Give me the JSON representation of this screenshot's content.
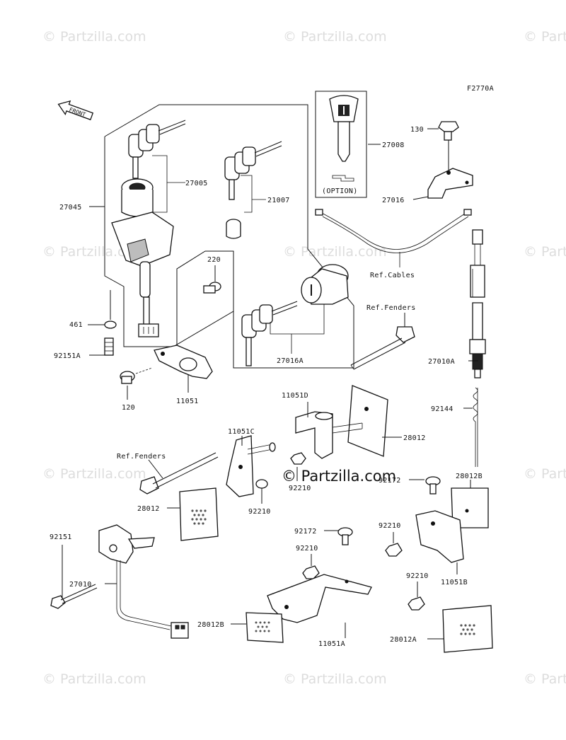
{
  "watermark": "© Partzilla.com",
  "figure_code": "F2770A",
  "front_label": "FRONT",
  "option_label": "(OPTION)",
  "refs": {
    "cables": "Ref.Cables",
    "fenders_right": "Ref.Fenders",
    "fenders_left": "Ref.Fenders"
  },
  "parts": {
    "p27005": "27005",
    "p21007": "21007",
    "p27045": "27045",
    "p27008": "27008",
    "p130": "130",
    "p27016": "27016",
    "p220": "220",
    "p461": "461",
    "p92151A": "92151A",
    "p120": "120",
    "p11051": "11051",
    "p27016A": "27016A",
    "p27010A": "27010A",
    "p92144": "92144",
    "p11051D": "11051D",
    "p28012_right": "28012",
    "p11051C": "11051C",
    "p92210_a": "92210",
    "p92210_b": "92210",
    "p28012_left": "28012",
    "p92172_a": "92172",
    "p28012B_right": "28012B",
    "p92210_c": "92210",
    "p92151": "92151",
    "p92172_b": "92172",
    "p92210_d": "92210",
    "p27010": "27010",
    "p11051B": "11051B",
    "p92210_e": "92210",
    "p28012B_left": "28012B",
    "p11051A": "11051A",
    "p28012A": "28012A"
  },
  "icons": [
    "front-arrow-icon",
    "kawasaki-logo-icon"
  ]
}
